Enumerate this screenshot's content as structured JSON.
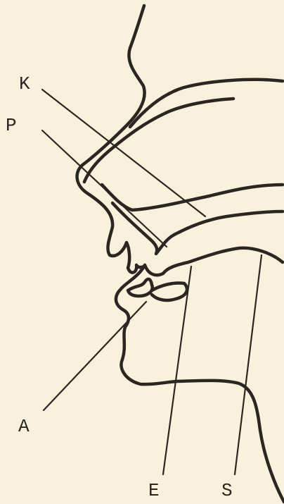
{
  "labels": {
    "k": "K",
    "p": "P",
    "a": "A",
    "e": "E",
    "s": "S"
  },
  "colors": {
    "background": "#f9f1dc",
    "ink": "#2b2622"
  }
}
